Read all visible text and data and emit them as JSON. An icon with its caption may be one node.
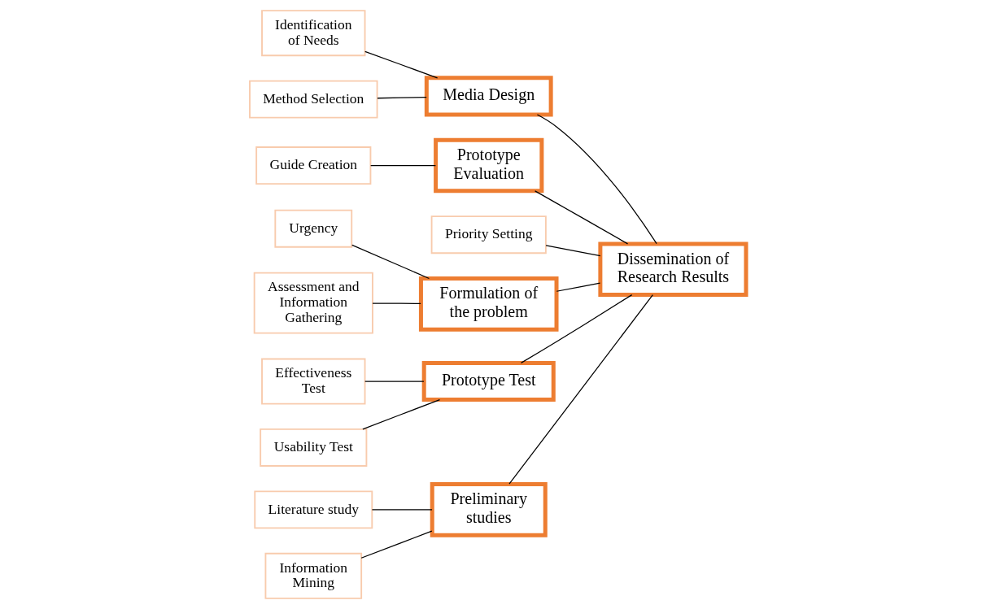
{
  "diagram": {
    "nodes": [
      {
        "text": [
          "Preliminary studies"
        ]
      },
      {
        "text": [
          "Literature study"
        ]
      },
      {
        "text": [
          "Information Mining"
        ]
      },
      {
        "text": [
          "Media Design"
        ]
      },
      {
        "text": [
          "Identification of Needs"
        ]
      },
      {
        "text": [
          "Method Selection"
        ]
      },
      {
        "text": [
          "Prototype Evaluation"
        ]
      },
      {
        "text": [
          "Guide Creation"
        ]
      },
      {
        "text": [
          "Priority Setting"
        ]
      },
      {
        "text": [
          "Dissemination of Research Results"
        ]
      },
      {
        "text": [
          "Effectiveness Test"
        ]
      },
      {
        "text": [
          "Usability Test"
        ]
      },
      {
        "text": [
          "Urgency"
        ]
      },
      {
        "text": [
          "Assessment and Information Gathering"
        ]
      },
      {
        "text": [
          "Formulation of the problem"
        ]
      },
      {
        "text": [
          "Prototype Test"
        ]
      }
    ],
    "edges": [
      {
        "from": 1,
        "to": 0,
        "arrow": "none"
      },
      {
        "from": 2,
        "to": 0,
        "arrow": "none"
      },
      {
        "from": 4,
        "to": 3,
        "arrow": "none"
      },
      {
        "from": 5,
        "to": 3,
        "arrow": "none"
      },
      {
        "from": 7,
        "to": 6,
        "arrow": "none"
      },
      {
        "from": 0,
        "to": 9,
        "arrow": "none"
      },
      {
        "from": 3,
        "to": 9,
        "arrow": "none"
      },
      {
        "from": 6,
        "to": 9,
        "arrow": "none"
      },
      {
        "from": 8,
        "to": 9,
        "arrow": "none"
      },
      {
        "from": 12,
        "to": 14,
        "arrow": "none"
      },
      {
        "from": 13,
        "to": 14,
        "arrow": "none"
      },
      {
        "from": 14,
        "to": 9,
        "arrow": "none"
      },
      {
        "from": 10,
        "to": 15,
        "arrow": "none"
      },
      {
        "from": 11,
        "to": 15,
        "arrow": "none"
      },
      {
        "from": 15,
        "to": 9,
        "arrow": "none"
      }
    ]
  }
}
